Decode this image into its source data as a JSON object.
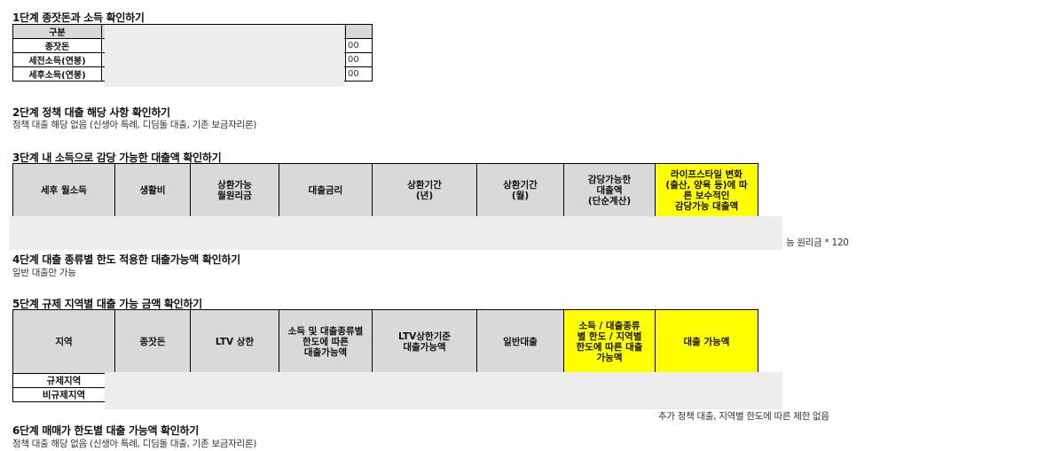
{
  "step1": {
    "heading": "1단계 종잣돈과 소득 확인하기",
    "header_label": "구분",
    "rows": [
      {
        "label": "종잣돈",
        "tail": "00"
      },
      {
        "label": "세전소득(연봉)",
        "tail": "00"
      },
      {
        "label": "세후소득(연봉)",
        "tail": "00"
      }
    ]
  },
  "step2": {
    "heading": "2단계 정책 대출 해당 사항 확인하기",
    "sub": "정책 대출 해당 없음 (신생아 특례, 디딤돌 대출, 기존 보금자리론)"
  },
  "step3": {
    "heading": "3단계 내 소득으로 감당 가능한 대출액 확인하기",
    "headers": [
      "세후 월소득",
      "생활비",
      "상환가능\n월원리금",
      "대출금리",
      "상환기간\n(년)",
      "상환기간\n(월)",
      "감당가능한\n대출액\n(단순계산)",
      "라이프스타일 변화\n(출산, 양육 등)에 따\n른 보수적인\n감당가능 대출액"
    ],
    "note": "능 원리금 * 120"
  },
  "step4": {
    "heading": "4단계 대출 종류별 한도 적용한 대출가능액 확인하기",
    "sub": "일반 대출만 가능"
  },
  "step5": {
    "heading": "5단계 규제 지역별 대출 가능 금액 확인하기",
    "headers": [
      "지역",
      "종잣돈",
      "LTV 상한",
      "소득 및 대출종류별\n한도에 따른\n대출가능액",
      "LTV상한기준\n대출가능액",
      "일반대출",
      "소득 / 대출종류\n별 한도 / 지역별\n한도에 따른 대출\n가능액",
      "대출 가능액"
    ],
    "rows": [
      "규제지역",
      "비규제지역"
    ],
    "note": "추가 정책 대출, 지역별 한도에 따른 제한 없음"
  },
  "step6": {
    "heading": "6단계 매매가 한도별 대출 가능액 확인하기",
    "sub": "정책 대출 해당 없음 (신생아 특례, 디딤돌 대출, 기존 보금자리론)"
  }
}
